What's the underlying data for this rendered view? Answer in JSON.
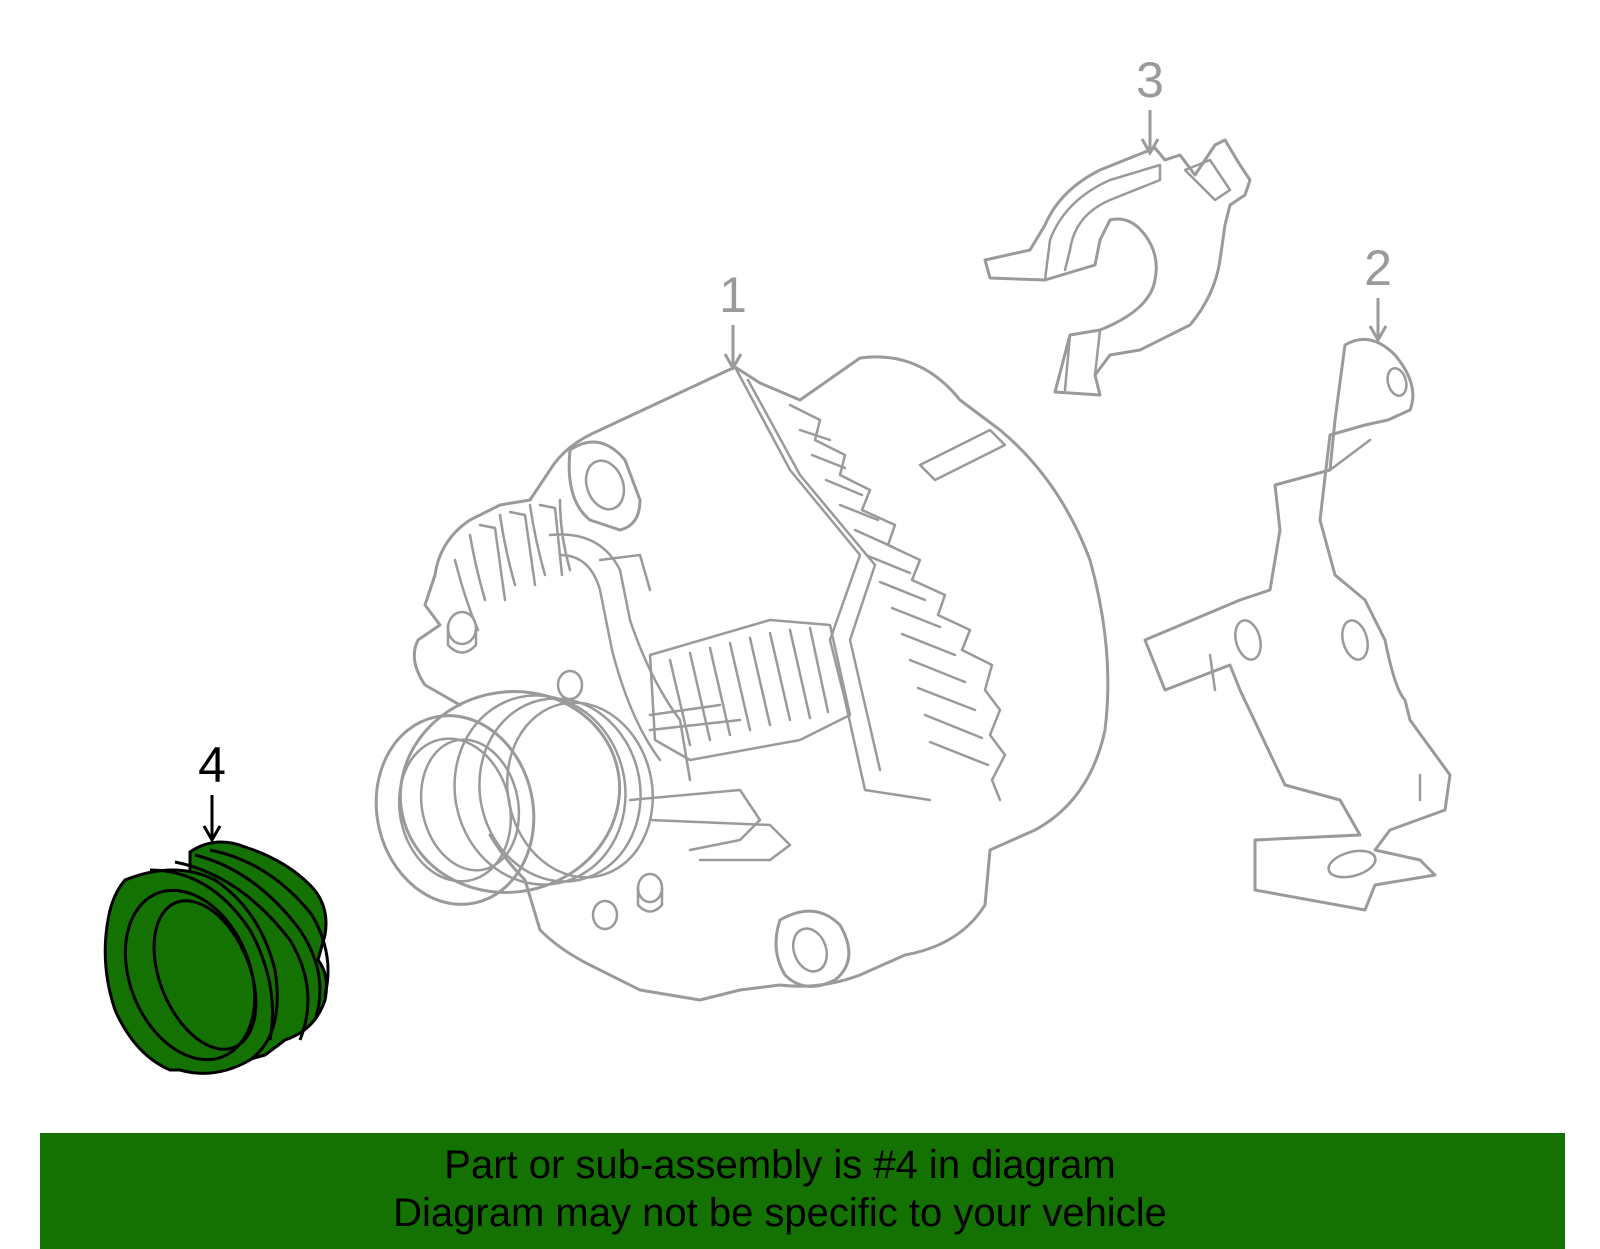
{
  "callouts": [
    {
      "id": "1",
      "label": "1"
    },
    {
      "id": "2",
      "label": "2"
    },
    {
      "id": "3",
      "label": "3"
    },
    {
      "id": "4",
      "label": "4"
    }
  ],
  "highlighted_part": "4",
  "colors": {
    "highlight_fill": "#137201",
    "highlight_stroke": "#000000",
    "line_art": "#9a9a9a",
    "banner_bg": "#137201",
    "banner_text": "#000000"
  },
  "banner": {
    "line1": "Part or sub-assembly is #4 in diagram",
    "line2": "Diagram may not be specific to your vehicle"
  }
}
